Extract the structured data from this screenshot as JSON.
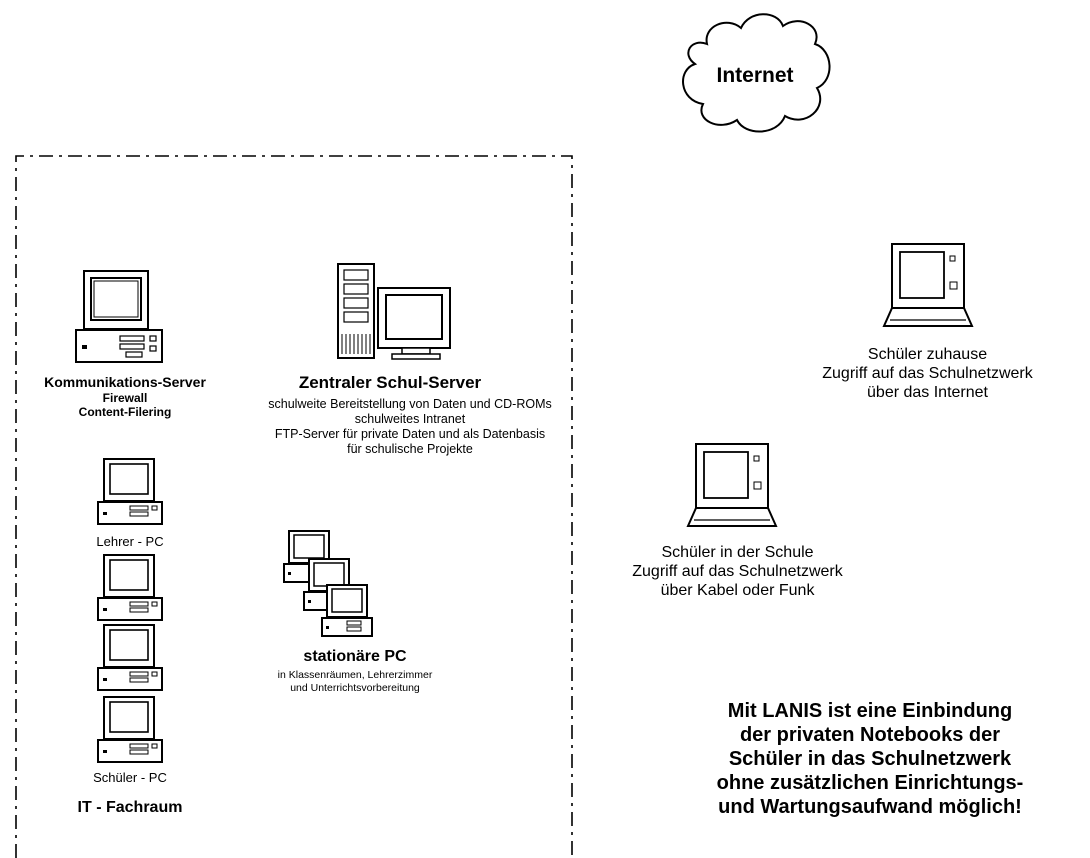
{
  "cloud": {
    "label": "Internet"
  },
  "school_zone": {
    "comm_server": {
      "title": "Kommunikations-Server",
      "lines": [
        "Firewall",
        "Content-Filering"
      ]
    },
    "central_server": {
      "title": "Zentraler Schul-Server",
      "lines": [
        "schulweite Bereitstellung von Daten und CD-ROMs",
        "schulweites Intranet",
        "FTP-Server für private Daten und als Datenbasis",
        "für schulische Projekte"
      ]
    },
    "teacher_pc": {
      "label": "Lehrer - PC"
    },
    "student_pc": {
      "label": "Schüler - PC"
    },
    "it_room": {
      "label": "IT - Fachraum"
    },
    "stationary": {
      "title": "stationäre PC",
      "lines": [
        "in Klassenräumen, Lehrerzimmer",
        "und Unterrichtsvorbereitung"
      ]
    }
  },
  "home_laptop": {
    "lines": [
      "Schüler zuhause",
      "Zugriff auf das Schulnetzwerk",
      "über das Internet"
    ]
  },
  "school_laptop": {
    "lines": [
      "Schüler in der Schule",
      "Zugriff auf das Schulnetzwerk",
      "über Kabel oder Funk"
    ]
  },
  "message": {
    "lines": [
      "Mit LANIS ist eine Einbindung",
      "der privaten Notebooks der",
      "Schüler in das Schulnetzwerk",
      "ohne zusätzlichen Einrichtungs-",
      "und Wartungsaufwand möglich!"
    ]
  }
}
